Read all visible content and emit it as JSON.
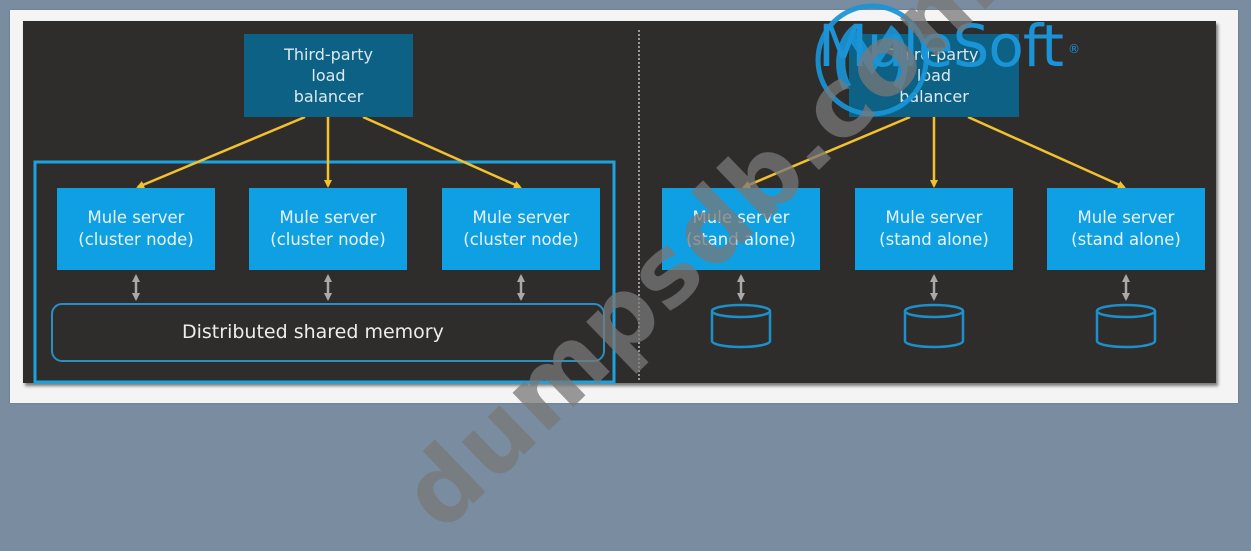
{
  "diagram": {
    "left_section": {
      "load_balancer": {
        "line1": "Third-party",
        "line2": "load",
        "line3": "balancer"
      },
      "nodes": [
        {
          "line1": "Mule server",
          "line2": "(cluster node)"
        },
        {
          "line1": "Mule server",
          "line2": "(cluster node)"
        },
        {
          "line1": "Mule server",
          "line2": "(cluster node)"
        }
      ],
      "shared_memory_label": "Distributed shared memory"
    },
    "right_section": {
      "load_balancer": {
        "line1": "Third-party",
        "line2": "load",
        "line3": "balancer"
      },
      "nodes": [
        {
          "line1": "Mule server",
          "line2": "(stand alone)"
        },
        {
          "line1": "Mule server",
          "line2": "(stand alone)"
        },
        {
          "line1": "Mule server",
          "line2": "(stand alone)"
        }
      ],
      "storage_icon": "database-icon"
    },
    "colors": {
      "background": "#2f2c2c",
      "load_balancer": "#0c6184",
      "node": "#0ea0e3",
      "connector": "#f2c12e",
      "cluster_border": "#1ba3e0",
      "sync_arrow": "#a9a9a9"
    }
  },
  "overlay": {
    "logo_text": "MuleSoft",
    "logo_mark": "®",
    "logo_icon": "mulesoft-m-icon",
    "watermark": "dumpsdb.com"
  }
}
